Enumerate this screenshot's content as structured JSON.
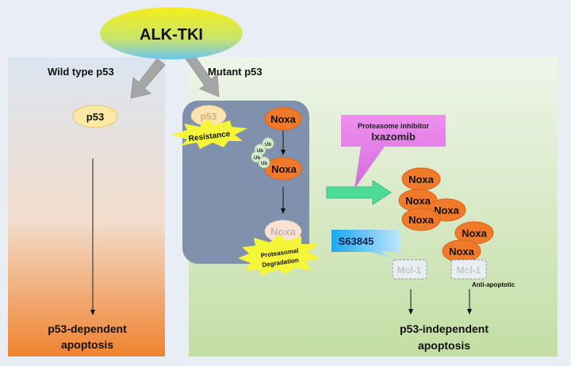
{
  "title": "ALK-TKI",
  "left_panel": {
    "heading": "Wild type p53",
    "protein": "p53",
    "outcome_line1": "p53-dependent",
    "outcome_line2": "apoptosis"
  },
  "right_panel": {
    "heading": "Mutant p53",
    "box": {
      "p53": "p53",
      "resistance": "Resistance",
      "noxa_top": "Noxa",
      "noxa_ub": "Noxa",
      "noxa_degraded": "Noxa",
      "ub": [
        "Ub",
        "Ub",
        "Ub",
        "Ub"
      ],
      "degradation_line1": "Proteasomal",
      "degradation_line2": "Degradation"
    },
    "inhibitor_callout": {
      "line1": "Proteasome inhibitor",
      "line2": "Ixazomib"
    },
    "noxa_cluster": [
      "Noxa",
      "Noxa",
      "Noxa",
      "Noxa",
      "Noxa",
      "Noxa"
    ],
    "s63845_callout": "S63845",
    "mcl1": [
      "Mcl-1",
      "Mcl-1"
    ],
    "anti_apoptotic": "Anti-apoptotic",
    "outcome_line1": "p53-independent",
    "outcome_line2": "apoptosis"
  },
  "colors": {
    "noxa": "#f07a2a",
    "box": "#7f91ac",
    "arrow_green": "#4ddc96",
    "callout_magenta": "#e27ee8",
    "callout_blue": "#2fb4f0",
    "p53": "#fde9a6"
  }
}
